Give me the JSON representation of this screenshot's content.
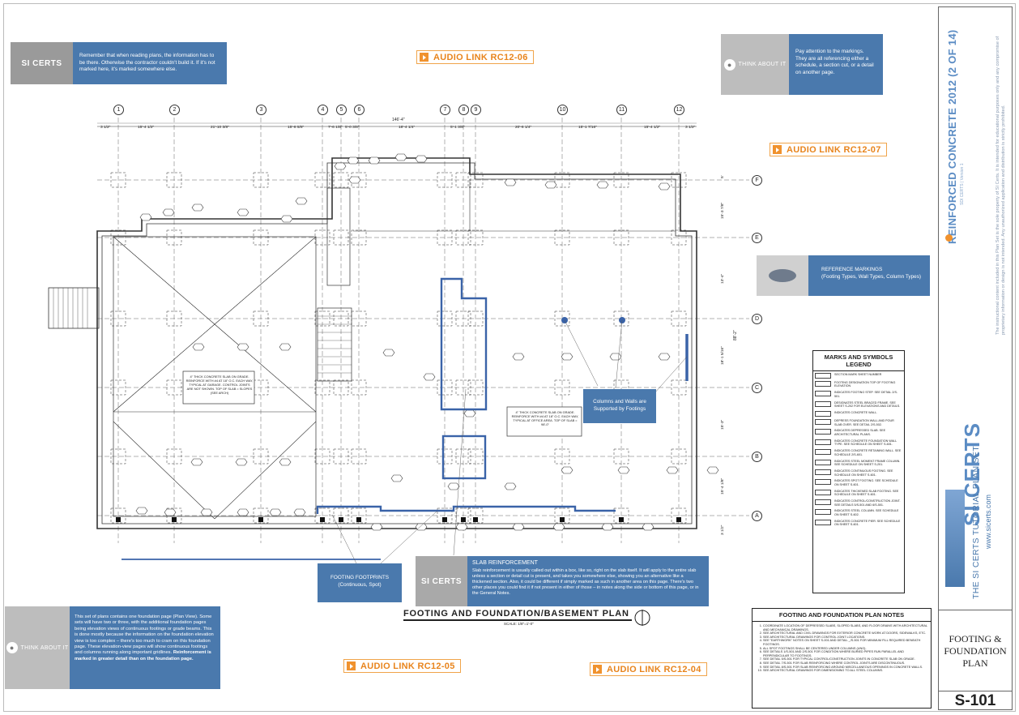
{
  "title_block": {
    "set_title": "REINFORCED CONCRETE 2012 (2 OF 14)",
    "set_version": "SDI CERTS | Version 1",
    "disclaimer": "The instructional content included in this Plan Set is the sole property of SI Certs. It is intended for educational purposes only and any compromise of proprietary information or design is not intended. Any unauthorized application and distribution is strictly prohibited.",
    "company": "SI CERTS",
    "tutorial_set": "THE SI CERTS TUTORIAL PLAN SET",
    "website": "www.sicerts.com",
    "sheet_title_line1": "FOOTING &",
    "sheet_title_line2": "FOUNDATION",
    "sheet_title_line3": "PLAN",
    "sheet_number": "S-101"
  },
  "callouts": {
    "top_left": {
      "logo": "SI CERTS",
      "text": "Remember that when reading plans, the information has to be there. Otherwise the contractor couldn't build it. If it's not marked here, it's marked somewhere else."
    },
    "top_right": {
      "label": "THINK ABOUT IT",
      "text": "Pay attention to the markings. They are all referencing either a schedule, a section cut, or a detail on another page."
    },
    "reference": {
      "title": "REFERENCE MARKINGS",
      "text": "(Footing Types, Wall Types, Column Types)"
    },
    "columns_walls": {
      "text": "Columns and Walls are Supported by Footings"
    },
    "footprints": {
      "line1": "FOOTING FOOTPRINTS",
      "line2": "(Continuous, Spot)"
    },
    "slab": {
      "logo": "SI CERTS",
      "title": "SLAB REINFORCEMENT",
      "text": "Slab reinforcement is usually called out within a box, like so, right on the slab itself. It will apply to the entire slab unless a section or detail cut is present, and takes you somewhere else, showing you an alternative like a thickened section. Also, it could be different if simply marked as such in another area on this page. There's two other places you could find it if not present in either of those – in notes along the side or bottom of this page, or in the General Notes."
    },
    "bottom_left": {
      "label": "THINK ABOUT IT",
      "text_normal": "This set of plans contains one foundation page (Plan View). Some sets will have two or three, with the additional foundation pages being elevation views of continuous footings or grade beams. This is done mostly because the information on the foundation elevation view is too complex – there's too much to cram on this foundation page. These elevation-view pages will show continuous footings and columns running along important gridlines. ",
      "text_bold": "Reinforcement is marked in greater detail than on the foundation page."
    }
  },
  "audio_links": [
    "AUDIO LINK RC12-06",
    "AUDIO LINK RC12-07",
    "AUDIO LINK RC12-05",
    "AUDIO LINK RC12-04"
  ],
  "plan": {
    "title": "FOOTING AND FOUNDATION/BASEMENT PLAN",
    "scale": "SCALE: 1/8\"=1'-0\"",
    "overall_dimension": "146'-4\"",
    "grid_columns": [
      "1",
      "2",
      "3",
      "4",
      "5",
      "6",
      "7",
      "8",
      "9",
      "10",
      "11",
      "12"
    ],
    "grid_rows": [
      "F",
      "E",
      "D",
      "C",
      "B",
      "A"
    ],
    "top_dimensions": [
      "3 1/2\"",
      "15'-4 1/2\"",
      "21'-10 3/8\"",
      "15'-8 5/8\"",
      "7'-6 1/8\"",
      "5'-0 3/8\"",
      "18'-4 1/4\"",
      "5'-1 3/8\"",
      "20'-6 1/4\"",
      "15'-1 7/16\"",
      "15'-4 1/2\"",
      "3 1/2\""
    ],
    "right_dimensions": [
      "5'",
      "15'-3 7/8\"",
      "13'-4\"",
      "18'-1 5/16\"",
      "15'-3\"",
      "15'-4 1/8\"",
      "3 1/2\""
    ],
    "right_overall": "88'-2\"",
    "slab_note_left": "4\" THICK CONCRETE SLAB ON GRADE. REINFORCE WITH #4 AT 18\" O.C. EACH WAY, TYPICAL AT GARAGE. CONTROL JOINTS ARE NOT SHOWN. TOP OF SLAB = SLOPES (SEE ARCH)",
    "slab_note_center": "4\" THICK CONCRETE SLAB ON GRADE. REINFORCE WITH #4 AT 18\" O.C. EACH WAY, TYPICAL AT OFFICE AREA. TOP OF SLAB = 98'-0\""
  },
  "legend": {
    "title": "MARKS AND SYMBOLS LEGEND",
    "items": [
      "SECTION MARK SHEET NUMBER",
      "FOOTING DESIGNATION TOP OF FOOTING ELEVATION",
      "INDICATES FOOTING STEP. SEE DETAIL 2/S-501.",
      "DESIGNATES STEEL BRACED FRAME. SEE SHEET S-202 FOR ELEVATIONS AND DETAILS.",
      "INDICATES CONCRETE WALL.",
      "DEPRESS FOUNDATION WALL AND POUR SLAB OVER. SEE DETAIL 2/S-502.",
      "INDICATES DEPRESSED SLAB. SEE ARCHITECTURAL PLANS.",
      "INDICATES CONCRETE FOUNDATION WALL TYPE. SEE SCHEDULE ON SHEET S-601.",
      "INDICATES CONCRETE RETAINING WALL. SEE SCHEDULE 2/S-601.",
      "INDICATES STEEL MOMENT FRAME COLUMN. SEE SCHEDULE ON SHEET S-201.",
      "INDICATES CONTINUOUS FOOTING. SEE SCHEDULE ON SHEET S-601.",
      "INDICATES SPOT FOOTING. SEE SCHEDULE ON SHEET S-601.",
      "INDICATES THICKENED SLAB FOOTING. SEE SCHEDULE ON SHEET S-601.",
      "INDICATES CONTROL/CONSTRUCTION JOINT. SEE DETAILS 5/S-501 AND 6/S-501.",
      "INDICATES STEEL COLUMN. SEE SCHEDULE ON SHEET S-602.",
      "INDICATES CONCRETE PIER. SEE SCHEDULE ON SHEET S-601."
    ]
  },
  "notes": {
    "title": "FOOTING AND FOUNDATION PLAN NOTES",
    "items": [
      "COORDINATE LOCATION OF DEPRESSED SLABS, SLOPED SLABS, AND FLOOR DRAINS WITH ARCHITECTURAL AND MECHANICAL DRAWINGS.",
      "SEE ARCHITECTURAL AND CIVIL DRAWINGS FOR EXTERIOR CONCRETE WORK AT DOORS, SIDEWALKS, ETC.",
      "SEE ARCHITECTURAL DRAWINGS FOR CONTROL JOINT LOCATIONS.",
      "SEE \"EARTHWORK\" NOTES ON SHEET S-001 AND DETAIL _/S-501 FOR MINIMUM FILL REQUIRED BENEATH FOOTINGS.",
      "ALL SPOT FOOTINGS SHALL BE CENTERED UNDER COLUMNS (UNO).",
      "SEE DETAILS 1/S-501 AND 2/S-501 FOR CONDITION WHERE BURIED PIPES RUN PARALLEL AND PERPENDICULAR TO FOOTINGS.",
      "SEE DETAIL 5/S-501 FOR TYPICAL CONTROL/CONSTRUCTION JOINTS IN CONCRETE SLAB ON GRADE.",
      "SEE DETAIL 7/S-501 FOR SLAB REINFORCING WHERE CONTROL JOINTS ARE DISCONTINUOUS.",
      "SEE DETAIL 8/S-501 FOR SLAB REINFORCING AROUND MISCELLANEOUS OPENINGS IN CONCRETE WALLS.",
      "SEE ARCHITECTURAL DRAWINGS FOR DIMENSIONING TO ALL STEEL COLUMNS."
    ]
  },
  "colors": {
    "callout_blue": "#4a79ad",
    "audio_orange": "#e8841c",
    "highlight_blue": "#3a63a8",
    "brand_blue": "#5b8cc4"
  }
}
